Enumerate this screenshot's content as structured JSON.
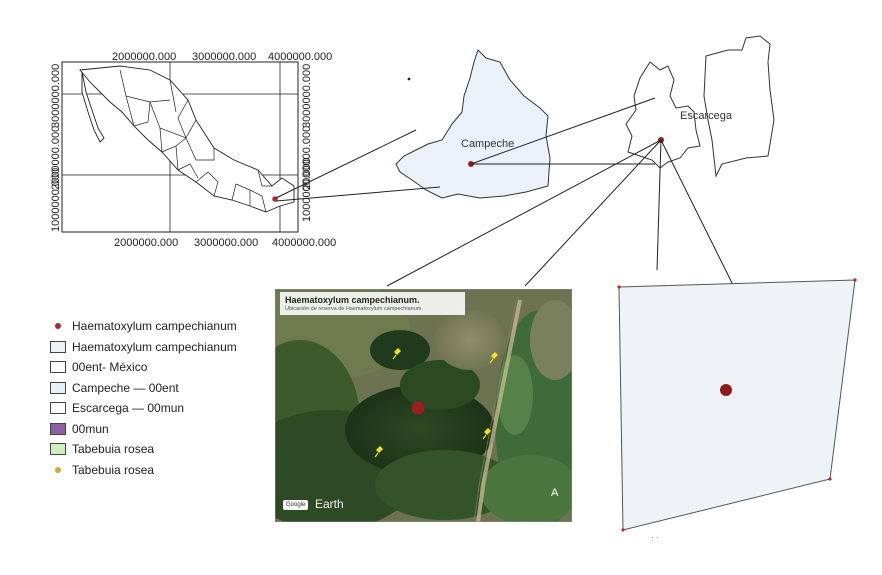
{
  "inset_map": {
    "top_labels": [
      "2000000.000",
      "3000000.000",
      "4000000.000"
    ],
    "bottom_labels": [
      "2000000.000",
      "3000000.000",
      "4000000.000"
    ],
    "left_labels": [
      "3000000.000",
      "2000000.000",
      "1000000.000"
    ],
    "right_labels": [
      "3000000.000",
      "2000000.000",
      "1000000.000"
    ]
  },
  "places": {
    "campeche": "Campeche",
    "escarcega": "Escarcega"
  },
  "satellite": {
    "title": "Haematoxylum campechianum.",
    "subtitle": "Ubicación de reserva de Haematoxylum campechianum.",
    "logo": "Google",
    "watermark": "Earth",
    "north": "A"
  },
  "legend": [
    {
      "symbol": "dot-red",
      "label": "Haematoxylum campechianum",
      "color": "#a52a2a"
    },
    {
      "symbol": "box",
      "label": "Haematoxylum campechianum",
      "color": "#eef3f8"
    },
    {
      "symbol": "box",
      "label": "00ent- México",
      "color": "#ffffff"
    },
    {
      "symbol": "box",
      "label": "Campeche — 00ent",
      "color": "#e8f0f7"
    },
    {
      "symbol": "box",
      "label": "Escarcega — 00mun",
      "color": "#ffffff"
    },
    {
      "symbol": "box",
      "label": "00mun",
      "color": "#8e5fa3"
    },
    {
      "symbol": "box",
      "label": "Tabebuia rosea",
      "color": "#cfeec0"
    },
    {
      "symbol": "dot-gold",
      "label": "Tabebuia rosea",
      "color": "#d8a43a"
    }
  ],
  "colors": {
    "point": "#9b2020",
    "campeche_fill": "#eaf1f8",
    "detail_fill": "#eef3f8",
    "pin": "#f1e51a"
  }
}
